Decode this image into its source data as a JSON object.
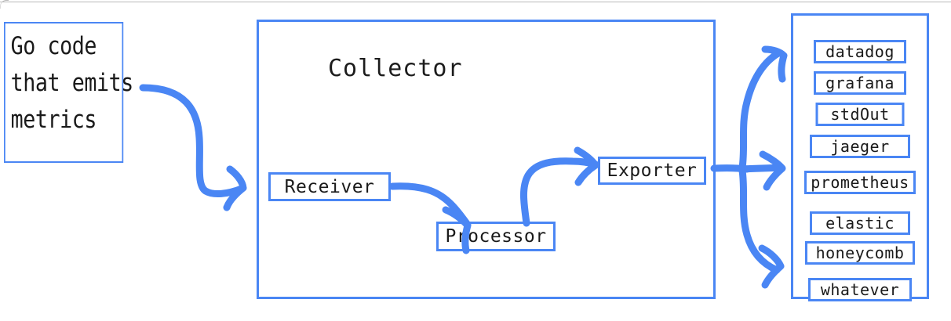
{
  "theme": {
    "accent": "#4a86f4",
    "background": "#ffffff",
    "text": "#1a1a1a",
    "chrome_line": "#b9b9b9"
  },
  "source": {
    "name": "go-code-source",
    "lines": [
      "Go code",
      "that emits",
      "metrics"
    ]
  },
  "collector": {
    "title": "Collector",
    "nodes": [
      {
        "id": "receiver",
        "label": "Receiver"
      },
      {
        "id": "processor",
        "label": "Processor"
      },
      {
        "id": "exporter",
        "label": "Exporter"
      }
    ]
  },
  "destinations": {
    "items": [
      {
        "label": "datadog"
      },
      {
        "label": "grafana"
      },
      {
        "label": "stdOut"
      },
      {
        "label": "jaeger"
      },
      {
        "label": "prometheus"
      },
      {
        "label": "elastic"
      },
      {
        "label": "honeycomb"
      },
      {
        "label": "whatever"
      }
    ]
  },
  "connectors": [
    {
      "name": "source-to-receiver",
      "from": "go-code-source",
      "to": "receiver"
    },
    {
      "name": "receiver-to-processor",
      "from": "receiver",
      "to": "processor"
    },
    {
      "name": "processor-to-exporter",
      "from": "processor",
      "to": "exporter"
    },
    {
      "name": "exporter-fanout-top",
      "from": "exporter",
      "to": "destinations"
    },
    {
      "name": "exporter-fanout-middle",
      "from": "exporter",
      "to": "destinations"
    },
    {
      "name": "exporter-fanout-bottom",
      "from": "exporter",
      "to": "destinations"
    }
  ]
}
